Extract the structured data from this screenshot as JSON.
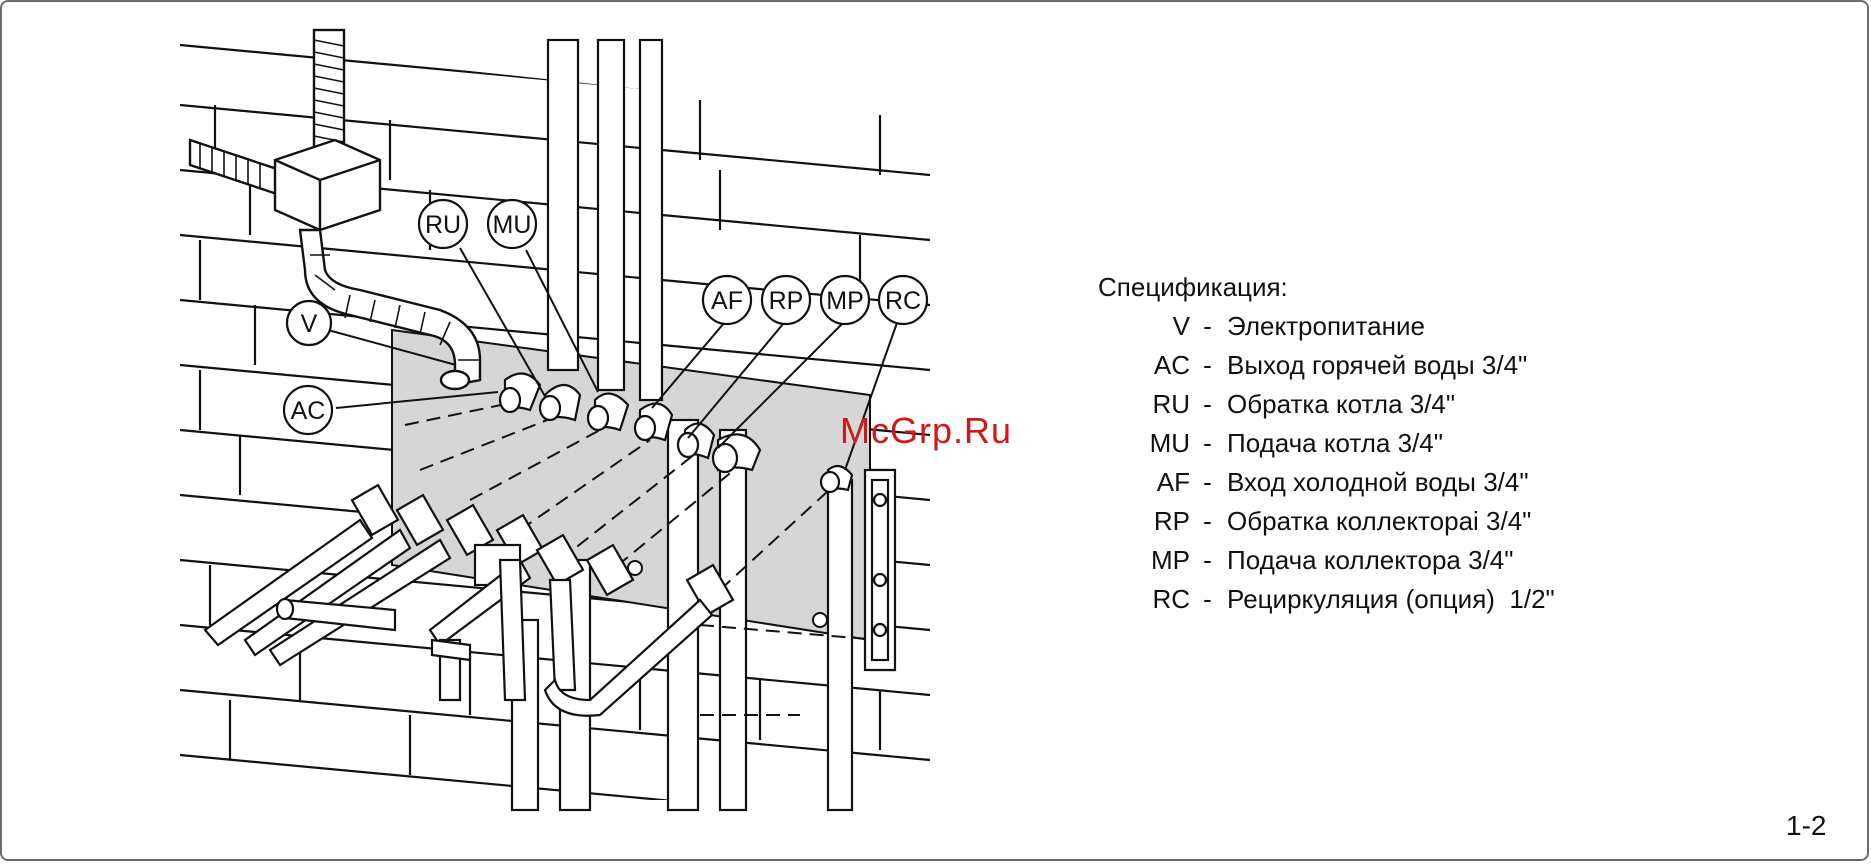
{
  "diagram": {
    "callouts": {
      "v": "V",
      "ac": "AC",
      "ru": "RU",
      "mu": "MU",
      "af": "AF",
      "rp": "RP",
      "mp": "MP",
      "rc": "RC"
    }
  },
  "specification": {
    "title": "Спецификация:",
    "items": [
      {
        "code": "V",
        "desc": "Электропитание"
      },
      {
        "code": "AC",
        "desc": "Выход горячей воды 3/4\""
      },
      {
        "code": "RU",
        "desc": "Обратка котла 3/4\""
      },
      {
        "code": "MU",
        "desc": "Подача котла 3/4\""
      },
      {
        "code": "AF",
        "desc": "Вход холодной воды 3/4\""
      },
      {
        "code": "RP",
        "desc": "Обратка коллектораi 3/4\""
      },
      {
        "code": "MP",
        "desc": "Подача коллектора 3/4\""
      },
      {
        "code": "RC",
        "desc": "Рециркуляция (опция)  1/2\""
      }
    ]
  },
  "watermark": "McGrp.Ru",
  "page_number": "1-2",
  "colors": {
    "line": "#111111",
    "plate": "#d6d6d6",
    "watermark": "#d01818",
    "frame": "#6b6b6b"
  }
}
